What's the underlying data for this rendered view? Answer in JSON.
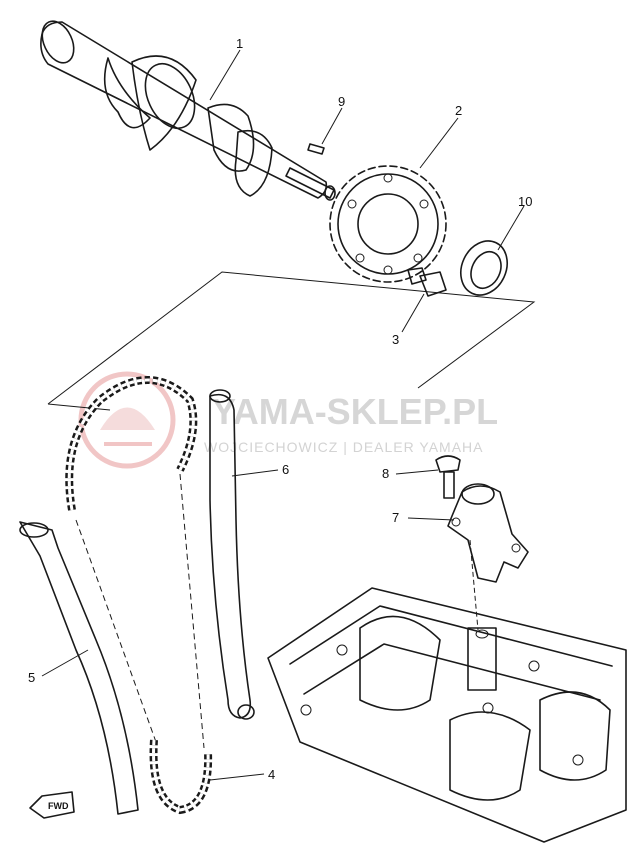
{
  "callouts": [
    "1",
    "2",
    "3",
    "4",
    "5",
    "6",
    "7",
    "8",
    "9",
    "10"
  ],
  "watermark": {
    "brand": "YAMA-SKLEP.PL",
    "sub": "WOJCIECHOWICZ | DEALER YAMAHA"
  },
  "fwd_label": "FWD",
  "colors": {
    "line": "#1a1a1a",
    "watermark": "#d6d6d6",
    "watermark_logo": "#e8a0a0"
  }
}
